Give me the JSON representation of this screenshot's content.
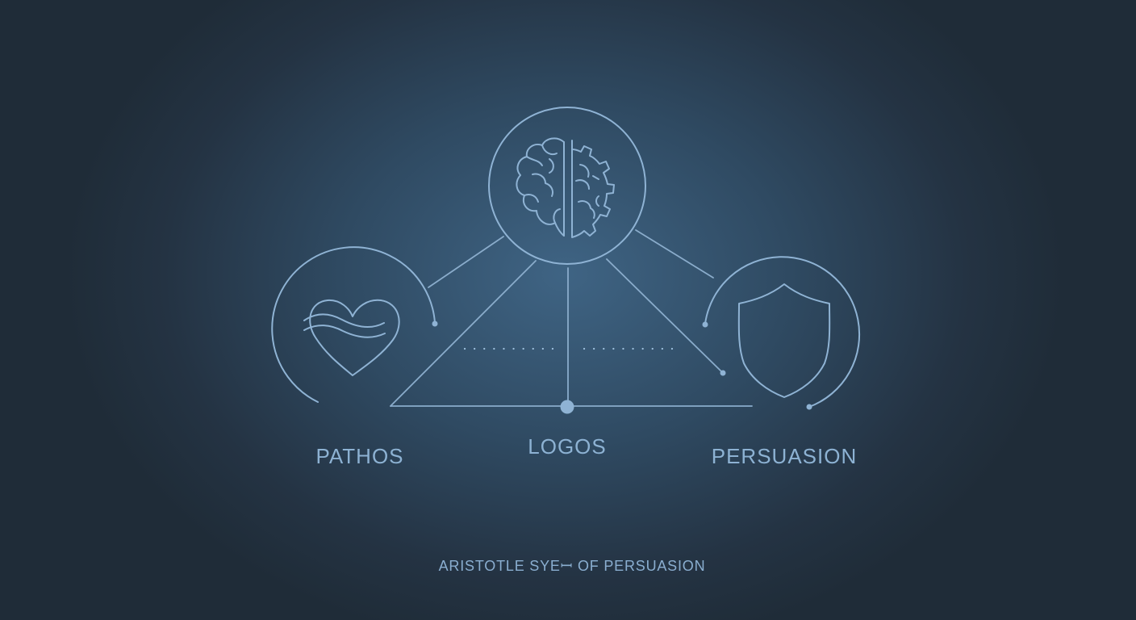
{
  "diagram": {
    "nodes": [
      {
        "id": "pathos",
        "label": "PATHOS",
        "icon": "heart-wave-icon"
      },
      {
        "id": "logos",
        "label": "LOGOS",
        "icon": "brain-gear-icon"
      },
      {
        "id": "persuasion",
        "label": "PERSUASION",
        "icon": "shield-icon"
      }
    ],
    "caption": "ARISTOTLE SYEꟷ OF PERSUASION"
  },
  "colors": {
    "line": "#8fb3d4",
    "label": "#8db2d3",
    "background_center": "#3f6484",
    "background_edge": "#1f2c38"
  }
}
